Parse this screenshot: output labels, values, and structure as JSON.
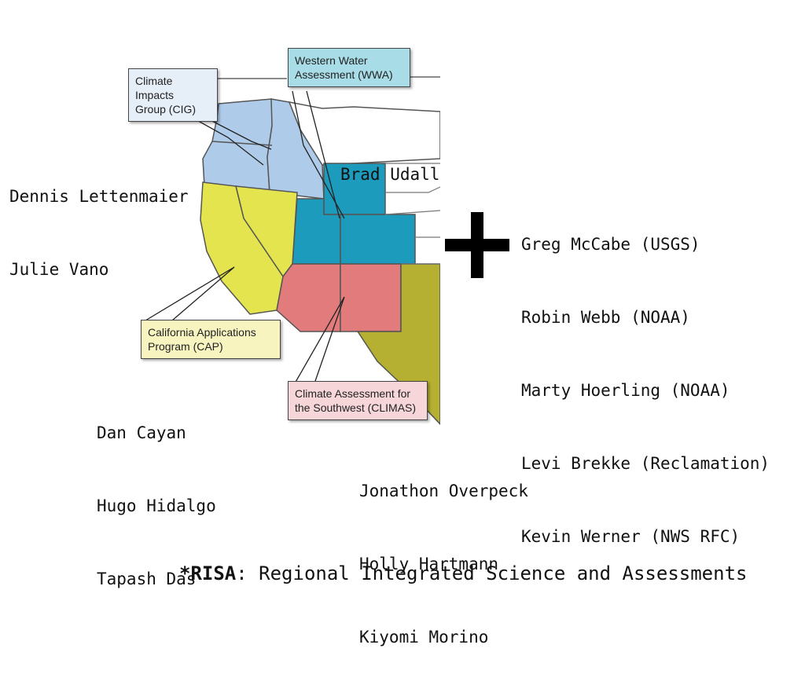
{
  "callouts": {
    "cig": {
      "line1": "Climate Impacts",
      "line2": "Group (CIG)",
      "color": "#e6eef8"
    },
    "wwa": {
      "line1": "Western Water",
      "line2": "Assessment (WWA)",
      "color": "#a8dde8"
    },
    "cap": {
      "line1": "California Applications",
      "line2": "Program (CAP)",
      "color": "#f7f4c0"
    },
    "climas": {
      "line1": "Climate Assessment for",
      "line2": "the Southwest (CLIMAS)",
      "color": "#f6d6d8"
    }
  },
  "region_colors": {
    "cig": "#aecbea",
    "wwa": "#1c9bbd",
    "cap": "#e4e44e",
    "climas": "#e27b7b",
    "texas": "#b5b032"
  },
  "team_cig": [
    "Dennis Lettenmaier",
    "Julie Vano"
  ],
  "team_wwa": [
    "Brad Udall"
  ],
  "team_cap": [
    "Dan Cayan",
    "Hugo Hidalgo",
    "Tapash Das"
  ],
  "team_climas": [
    "Jonathon Overpeck",
    "Holly Hartmann",
    "Kiyomi Morino"
  ],
  "team_agencies": [
    "Greg McCabe (USGS)",
    "Robin Webb (NOAA)",
    "Marty Hoerling (NOAA)",
    "Levi Brekke (Reclamation)",
    "Kevin Werner (NWS RFC)"
  ],
  "plus_symbol": "+",
  "footnote": {
    "term": "*RISA",
    "definition": ": Regional Integrated Science and Assessments"
  }
}
